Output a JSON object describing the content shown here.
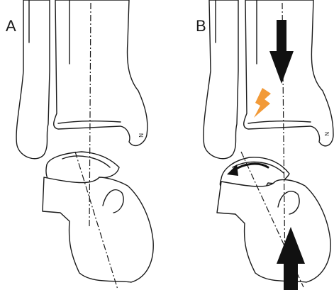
{
  "panels": [
    {
      "label": "A",
      "small_mark": "N"
    },
    {
      "label": "B",
      "small_mark": "N"
    }
  ],
  "colors": {
    "line": "#1a1a1a",
    "arrow": "#111111",
    "lightning": "#f29a38",
    "background": "#ffffff"
  },
  "icons": {
    "force_arrow": "arrow-down",
    "counter_force_arrow": "arrow-up",
    "rotation_arrow": "curved-arrow-left",
    "pain_marker": "lightning-bolt"
  }
}
